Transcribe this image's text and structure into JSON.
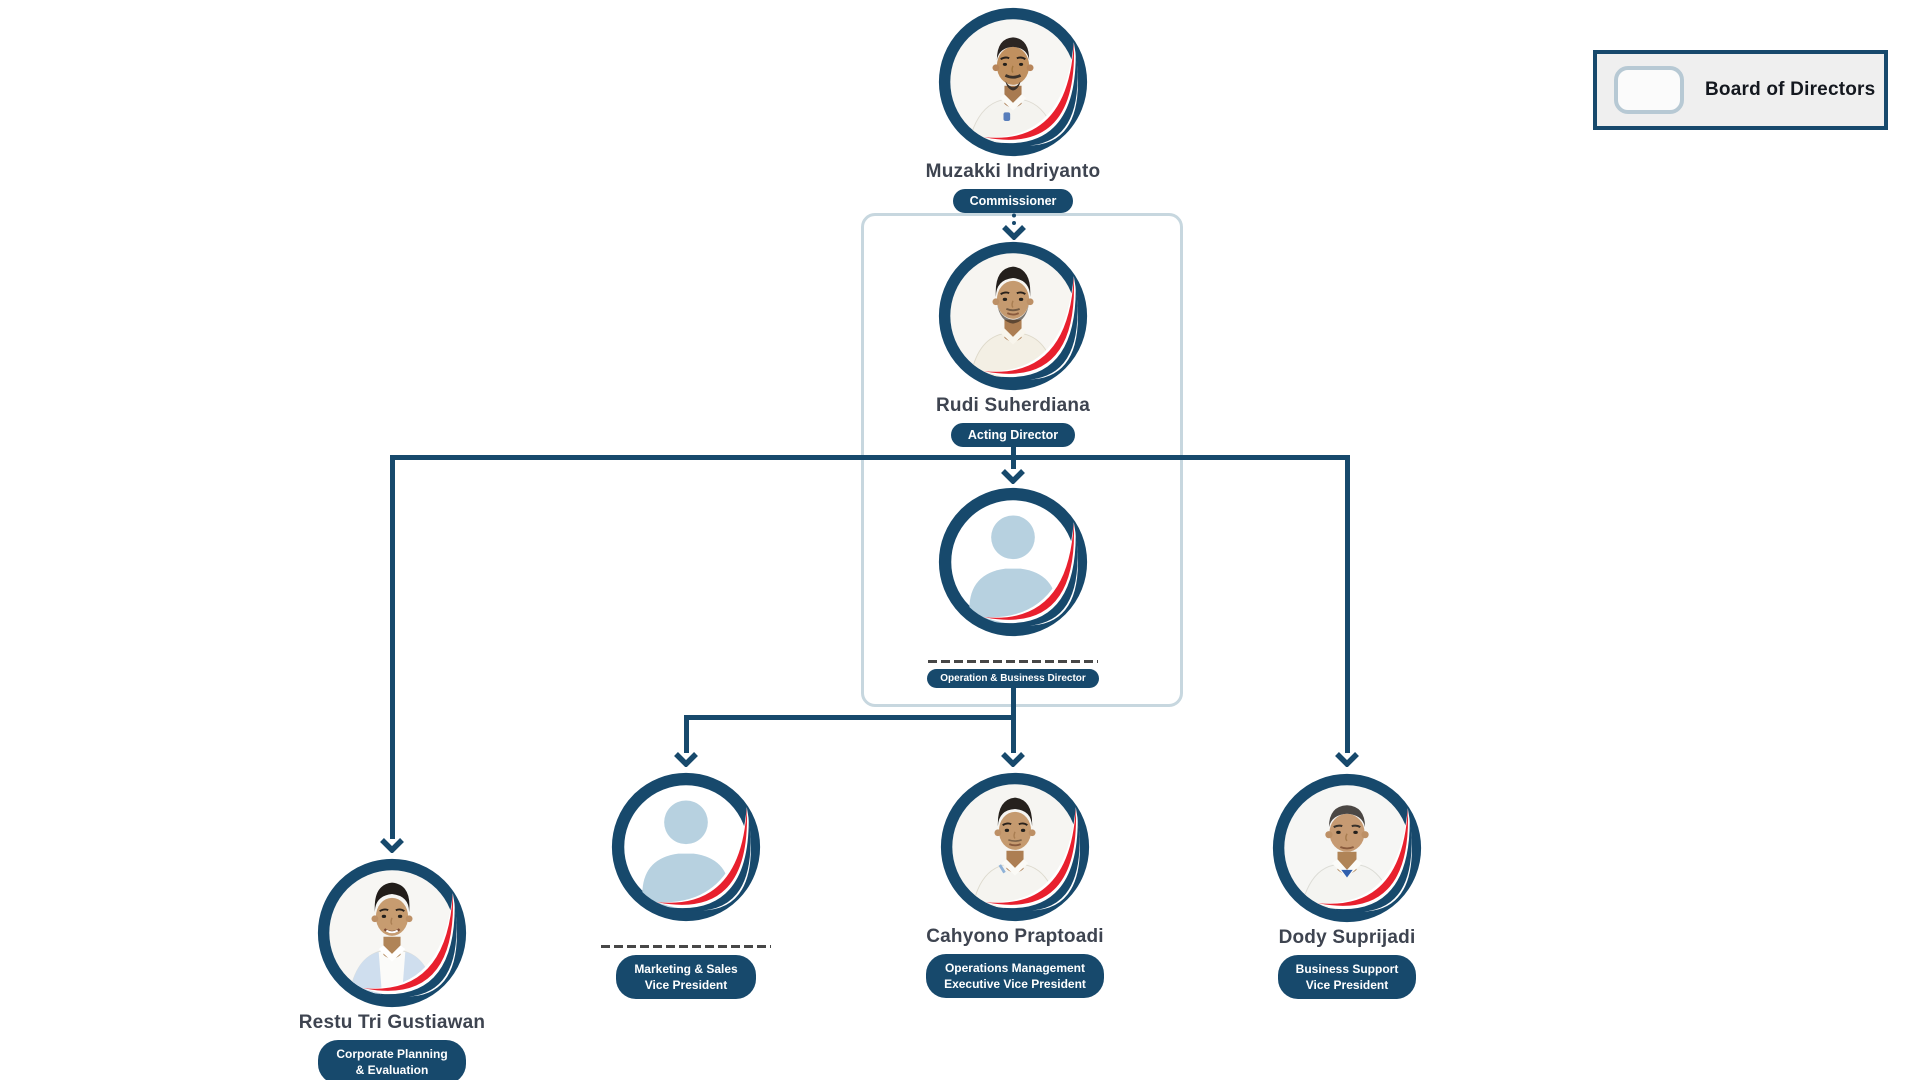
{
  "legend": {
    "label": "Board of Directors"
  },
  "people": {
    "commissioner": {
      "name": "Muzakki Indriyanto",
      "title": "Commissioner"
    },
    "acting_director": {
      "name": "Rudi Suherdiana",
      "title": "Acting Director"
    },
    "operation_business_director": {
      "name": "",
      "title": "Operation & Business Director",
      "vacant": true
    },
    "corporate_planning": {
      "name": "Restu Tri Gustiawan",
      "title_line1": "Corporate Planning",
      "title_line2": "& Evaluation"
    },
    "marketing_sales_vp": {
      "name": "",
      "title_line1": "Marketing & Sales",
      "title_line2": "Vice President",
      "vacant": true
    },
    "operations_evp": {
      "name": "Cahyono Praptoadi",
      "title_line1": "Operations Management",
      "title_line2": "Executive Vice President"
    },
    "business_support_vp": {
      "name": "Dody Suprijadi",
      "title_line1": "Business Support",
      "title_line2": "Vice President"
    }
  },
  "colors": {
    "navy": "#17496c",
    "red": "#e8202e",
    "silhouette_blue": "#b7d1e0",
    "name_text": "#3e4450",
    "group_box_border": "#c7d7df",
    "legend_background": "#efefef",
    "legend_swatch_stroke": "#b7c9d4"
  }
}
